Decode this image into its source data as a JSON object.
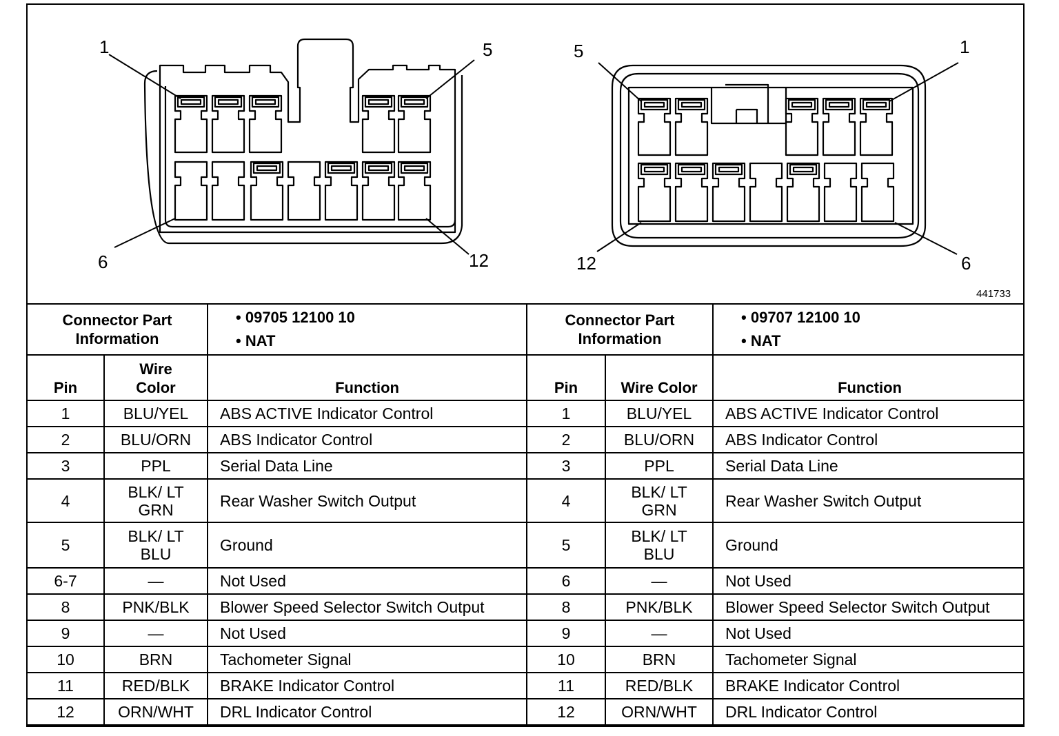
{
  "figure_id": "441733",
  "left_connector": {
    "callouts": [
      "1",
      "5",
      "6",
      "12"
    ],
    "info_label": "Connector Part Information",
    "info_items": [
      "09705 12100 10",
      "NAT"
    ],
    "headers": {
      "pin": "Pin",
      "wire_color": "Wire Color",
      "function": "Function"
    },
    "rows": [
      {
        "pin": "1",
        "color": "BLU/YEL",
        "function": "ABS ACTIVE Indicator Control"
      },
      {
        "pin": "2",
        "color": "BLU/ORN",
        "function": "ABS Indicator Control"
      },
      {
        "pin": "3",
        "color": "PPL",
        "function": "Serial Data Line"
      },
      {
        "pin": "4",
        "color": "BLK/ LT GRN",
        "function": "Rear Washer Switch Output"
      },
      {
        "pin": "5",
        "color": "BLK/ LT BLU",
        "function": "Ground"
      },
      {
        "pin": "6-7",
        "color": "—",
        "function": "Not Used"
      },
      {
        "pin": "8",
        "color": "PNK/BLK",
        "function": "Blower Speed Selector Switch Output"
      },
      {
        "pin": "9",
        "color": "—",
        "function": "Not Used"
      },
      {
        "pin": "10",
        "color": "BRN",
        "function": "Tachometer Signal"
      },
      {
        "pin": "11",
        "color": "RED/BLK",
        "function": "BRAKE Indicator Control"
      },
      {
        "pin": "12",
        "color": "ORN/WHT",
        "function": "DRL Indicator Control"
      }
    ]
  },
  "right_connector": {
    "callouts": [
      "5",
      "1",
      "12",
      "6"
    ],
    "info_label": "Connector Part Information",
    "info_items": [
      "09707 12100 10",
      "NAT"
    ],
    "headers": {
      "pin": "Pin",
      "wire_color": "Wire Color",
      "function": "Function"
    },
    "rows": [
      {
        "pin": "1",
        "color": "BLU/YEL",
        "function": "ABS ACTIVE Indicator Control"
      },
      {
        "pin": "2",
        "color": "BLU/ORN",
        "function": "ABS Indicator Control"
      },
      {
        "pin": "3",
        "color": "PPL",
        "function": "Serial Data Line"
      },
      {
        "pin": "4",
        "color": "BLK/ LT GRN",
        "function": "Rear Washer Switch Output"
      },
      {
        "pin": "5",
        "color": "BLK/ LT BLU",
        "function": "Ground"
      },
      {
        "pin": "6",
        "color": "—",
        "function": "Not Used"
      },
      {
        "pin": "8",
        "color": "PNK/BLK",
        "function": "Blower Speed Selector Switch Output"
      },
      {
        "pin": "9",
        "color": "—",
        "function": "Not Used"
      },
      {
        "pin": "10",
        "color": "BRN",
        "function": "Tachometer Signal"
      },
      {
        "pin": "11",
        "color": "RED/BLK",
        "function": "BRAKE Indicator Control"
      },
      {
        "pin": "12",
        "color": "ORN/WHT",
        "function": "DRL Indicator Control"
      }
    ]
  }
}
